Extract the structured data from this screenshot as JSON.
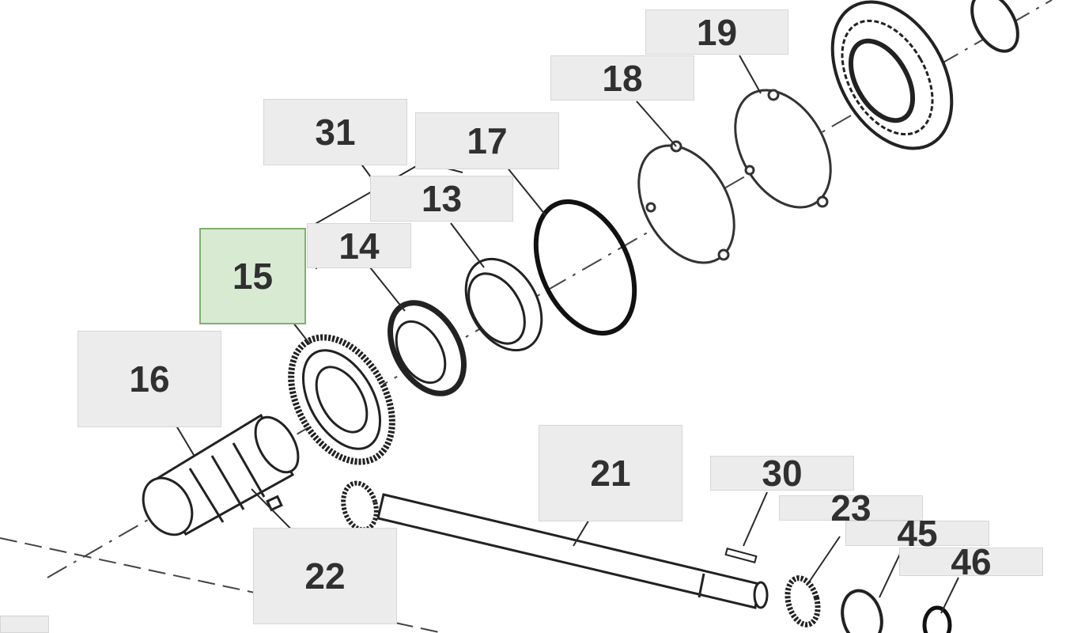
{
  "colors": {
    "callout_bg": "#ececec",
    "selected_bg": "#d9ead3",
    "selected_border": "#7fb06d",
    "line": "#2a2a2a"
  },
  "callouts": [
    {
      "id": "31",
      "label": "31"
    },
    {
      "id": "17",
      "label": "17"
    },
    {
      "id": "13",
      "label": "13"
    },
    {
      "id": "14",
      "label": "14"
    },
    {
      "id": "15",
      "label": "15",
      "selected": true
    },
    {
      "id": "16",
      "label": "16"
    },
    {
      "id": "18",
      "label": "18"
    },
    {
      "id": "19",
      "label": "19"
    },
    {
      "id": "21",
      "label": "21"
    },
    {
      "id": "22",
      "label": "22"
    },
    {
      "id": "30",
      "label": "30"
    },
    {
      "id": "23",
      "label": "23"
    },
    {
      "id": "45",
      "label": "45"
    },
    {
      "id": "46",
      "label": "46"
    }
  ]
}
